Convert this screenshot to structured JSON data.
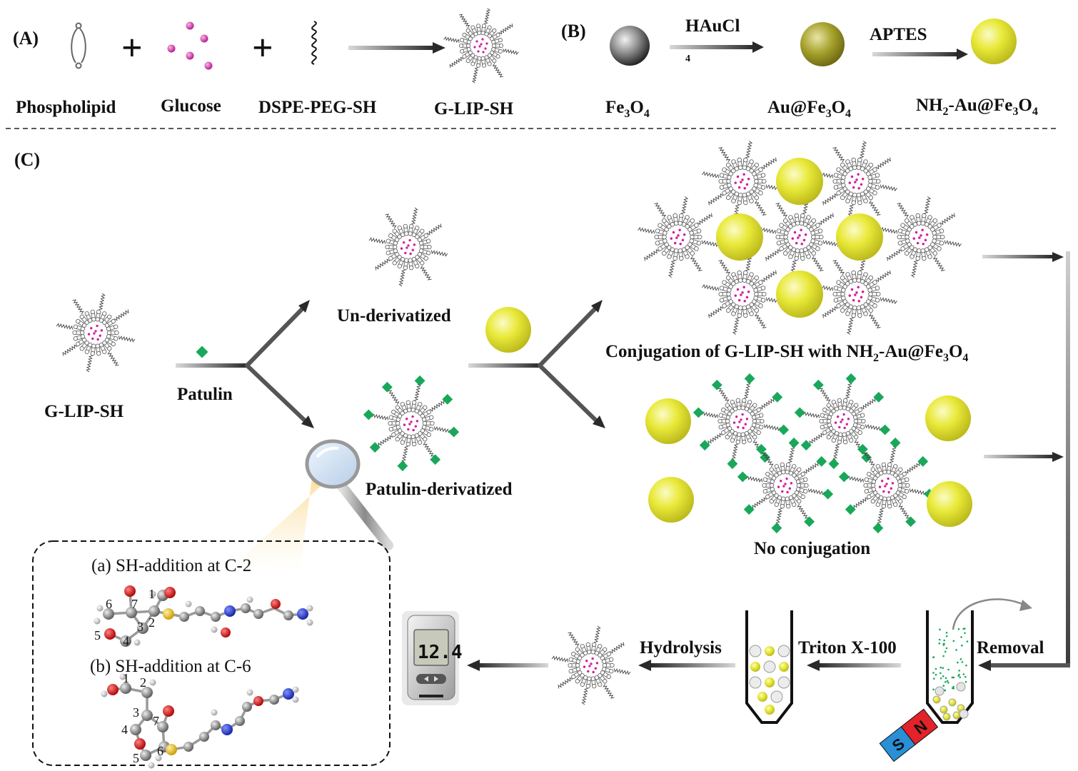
{
  "panel_a": {
    "label": "(A)",
    "items": [
      "Phospholipid",
      "Glucose",
      "DSPE-PEG-SH",
      "G-LIP-SH"
    ],
    "plus": "+"
  },
  "panel_b": {
    "label": "(B)",
    "reagent1_main": "HAuCl",
    "reagent1_sub": "4",
    "reagent2": "APTES",
    "fe3o4": {
      "a": "Fe",
      "b": "3",
      "c": "O",
      "d": "4"
    },
    "au_fe3o4": {
      "a": "Au@Fe",
      "b": "3",
      "c": "O",
      "d": "4"
    },
    "nh2_au": {
      "a": "NH",
      "b": "2",
      "c": "-Au@Fe",
      "d": "3",
      "e": "O",
      "f": "4"
    }
  },
  "panel_c": {
    "label": "(C)",
    "gliph": "G-LIP-SH",
    "patulin": "Patulin",
    "underivatized": "Un-derivatized",
    "patulin_derivatized": "Patulin-derivatized",
    "conj": {
      "a": "Conjugation of G-LIP-SH with NH",
      "b": "2",
      "c": "-Au@Fe",
      "d": "3",
      "e": "O",
      "f": "4"
    },
    "no_conj": "No conjugation",
    "removal": "Removal",
    "triton": "Triton X-100",
    "hydrolysis": "Hydrolysis",
    "inset_a": "(a) SH-addition at C-2",
    "inset_b": "(b) SH-addition at C-6",
    "atom_numbers_a": [
      "1",
      "2",
      "3",
      "4",
      "5",
      "6",
      "7"
    ],
    "atom_numbers_b": [
      "1",
      "2",
      "3",
      "4",
      "5",
      "6",
      "7"
    ],
    "meter_reading": "12.4",
    "magnet_s": "S",
    "magnet_n": "N"
  },
  "colors": {
    "gold": "#e6e632",
    "gold_dark": "#9c9a1a",
    "patulin_green": "#19a85a",
    "glucose_pink": "#d21e9e",
    "magnet_blue": "#2a8fd6",
    "magnet_red": "#e2232a"
  }
}
